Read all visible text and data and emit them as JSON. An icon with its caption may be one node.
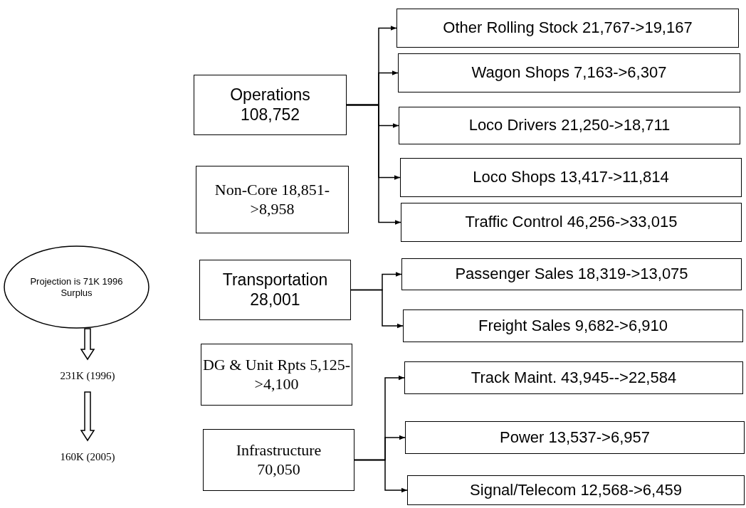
{
  "diagram": {
    "nodes": [
      {
        "text": [
          "Projection is 71K 1996 Surplus"
        ]
      },
      {
        "text": [
          "231K (1996)"
        ]
      },
      {
        "text": [
          "160K (2005)"
        ]
      },
      {
        "text": [
          "Operations 108,752"
        ]
      },
      {
        "text": [
          "Non-Core 18,851->8,958"
        ]
      },
      {
        "text": [
          "Transportation 28,001"
        ]
      },
      {
        "text": [
          "DG & Unit Rpts 5,125->4,100"
        ]
      },
      {
        "text": [
          "Infrastructure 70,050"
        ]
      },
      {
        "text": [
          "Other Rolling Stock 21,767->19,167"
        ]
      },
      {
        "text": [
          "Wagon Shops 7,163->6,307"
        ]
      },
      {
        "text": [
          "Loco Drivers 21,250->18,711"
        ]
      },
      {
        "text": [
          "Loco Shops 13,417->11,814"
        ]
      },
      {
        "text": [
          "Traffic Control 46,256->33,015"
        ]
      },
      {
        "text": [
          "Passenger Sales 18,319->13,075"
        ]
      },
      {
        "text": [
          "Freight Sales 9,682->6,910"
        ]
      },
      {
        "text": [
          "Track Maint. 43,945-->22,584"
        ]
      },
      {
        "text": [
          "Power 13,537->6,957"
        ]
      },
      {
        "text": [
          "Signal/Telecom 12,568->6,459"
        ]
      }
    ],
    "edges": [
      {
        "from": 0,
        "to": 1,
        "arrow": "to",
        "style": "thick"
      },
      {
        "from": 1,
        "to": 2,
        "arrow": "to",
        "style": "thick"
      },
      {
        "from": 3,
        "to": 8,
        "arrow": "to"
      },
      {
        "from": 3,
        "to": 9,
        "arrow": "to"
      },
      {
        "from": 3,
        "to": 10,
        "arrow": "to"
      },
      {
        "from": 3,
        "to": 11,
        "arrow": "to"
      },
      {
        "from": 3,
        "to": 12,
        "arrow": "to"
      },
      {
        "from": 5,
        "to": 13,
        "arrow": "to"
      },
      {
        "from": 5,
        "to": 14,
        "arrow": "to"
      },
      {
        "from": 7,
        "to": 15,
        "arrow": "to"
      },
      {
        "from": 7,
        "to": 16,
        "arrow": "to"
      },
      {
        "from": 7,
        "to": 17,
        "arrow": "to"
      }
    ]
  }
}
